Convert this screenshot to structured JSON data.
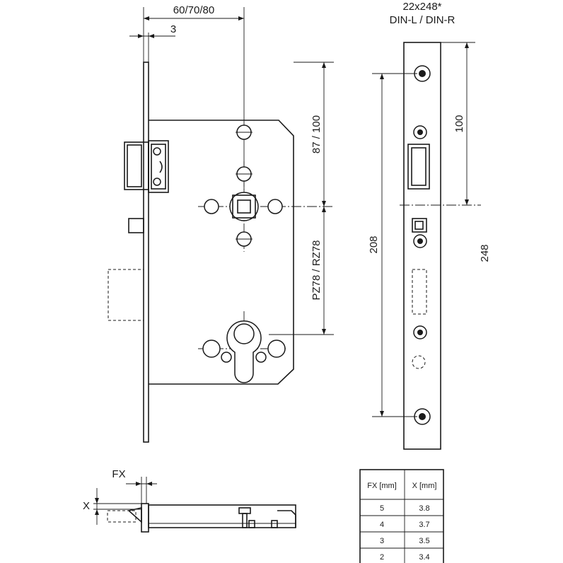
{
  "dimensions": {
    "backset": "60/70/80",
    "plate_offset": "3",
    "faceplate_size": "22x248*",
    "handing": "DIN-L / DIN-R",
    "handle_to_latch": "87 / 100",
    "distance": "PZ78 / RZ78",
    "screw_spacing": "208",
    "upper_distance": "100",
    "length_partial": "248",
    "fx_label": "FX",
    "x_label": "X"
  },
  "table": {
    "headers": [
      "FX [mm]",
      "X [mm]"
    ],
    "rows": [
      [
        "5",
        "3.8"
      ],
      [
        "4",
        "3.7"
      ],
      [
        "3",
        "3.5"
      ],
      [
        "2",
        "3.4"
      ]
    ]
  }
}
